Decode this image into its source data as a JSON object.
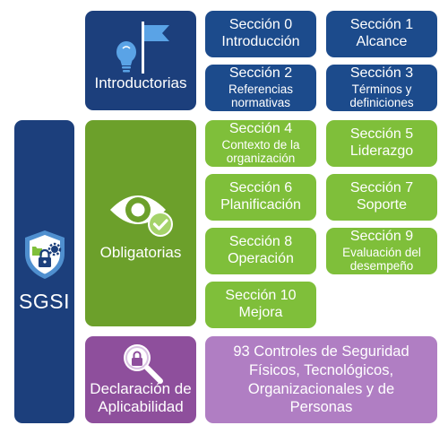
{
  "sgsi": {
    "label": "SGSI",
    "icon": "shield-lock-icon"
  },
  "categories": {
    "introductorias": {
      "label": "Introductorias",
      "icon": "lightbulb-flag-icon",
      "color": "#1c3f7c"
    },
    "obligatorias": {
      "label": "Obligatorias",
      "icon": "eye-check-icon",
      "color": "#6ca02b"
    },
    "declaracion": {
      "label": "Declaración de Aplicabilidad",
      "icon": "lock-magnifier-icon",
      "color": "#8e4f9c"
    }
  },
  "sections": [
    {
      "title": "Sección 0",
      "subtitle": "Introducción"
    },
    {
      "title": "Sección 1",
      "subtitle": "Alcance"
    },
    {
      "title": "Sección 2",
      "subtitle": "Referencias normativas"
    },
    {
      "title": "Sección 3",
      "subtitle": "Términos y definiciones"
    },
    {
      "title": "Sección 4",
      "subtitle": "Contexto de la organización"
    },
    {
      "title": "Sección 5",
      "subtitle": "Liderazgo"
    },
    {
      "title": "Sección 6",
      "subtitle": "Planificación"
    },
    {
      "title": "Sección 7",
      "subtitle": "Soporte"
    },
    {
      "title": "Sección 8",
      "subtitle": "Operación"
    },
    {
      "title": "Sección 9",
      "subtitle": "Evaluación del desempeño"
    },
    {
      "title": "Sección 10",
      "subtitle": "Mejora"
    }
  ],
  "controls": {
    "text": "93 Controles de Seguridad Físicos, Tecnológicos, Organizacionales y de Personas"
  },
  "colors": {
    "blue": "#1c4b8c",
    "green": "#7fbf3a",
    "purple": "#b07ec3"
  }
}
